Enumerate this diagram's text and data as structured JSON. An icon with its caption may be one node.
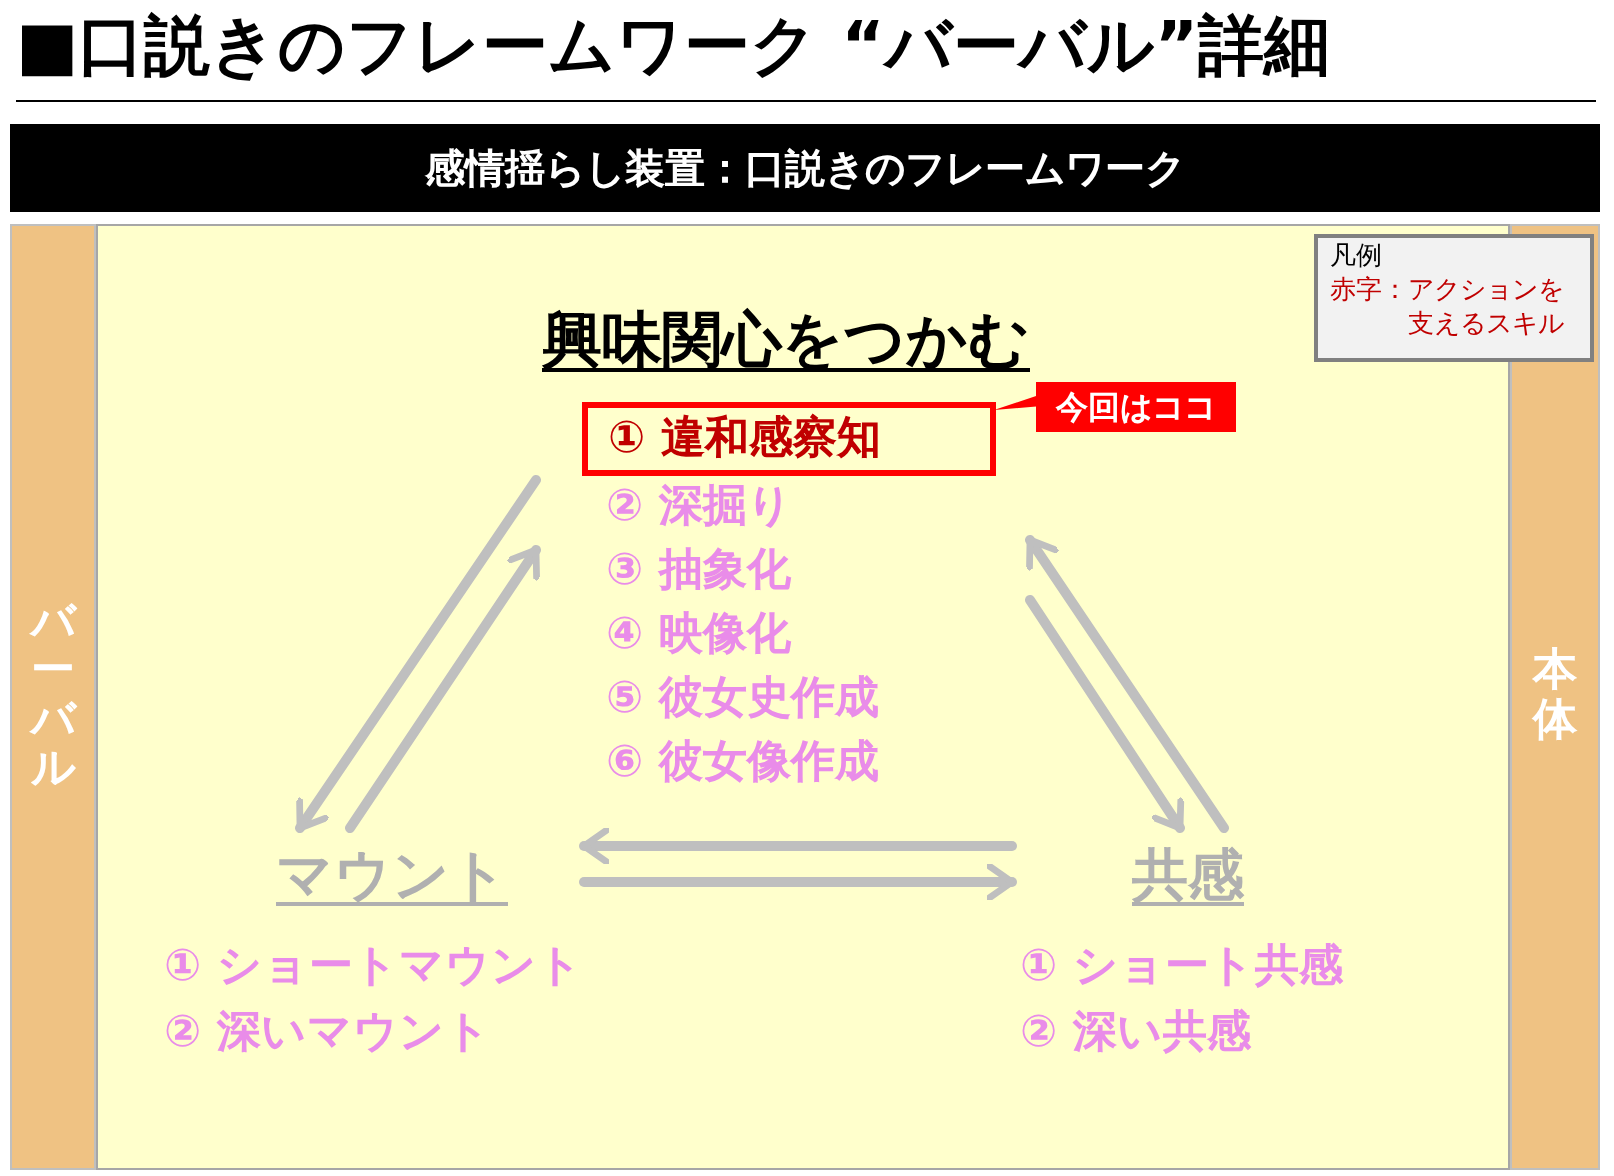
{
  "diagram": {
    "title": "■口説きのフレームワーク “バーバル”詳細",
    "nodes": [
      {
        "text": [
          "感情揺らし装置：口説きのフレームワーク"
        ]
      },
      {
        "text": [
          "バーバル"
        ]
      },
      {
        "text": [],
        "shape": "box"
      },
      {
        "text": [
          "本体"
        ]
      },
      {
        "text": [
          "凡例",
          "赤字：アクションを支えるスキル"
        ]
      },
      {
        "text": [
          "興味関心をつかむ"
        ],
        "in": 2
      },
      {
        "text": [
          "① 違和感察知"
        ],
        "in": 5
      },
      {
        "text": [
          "今回はココ"
        ],
        "in": 2
      },
      {
        "text": [
          "マウント"
        ],
        "in": 2
      },
      {
        "text": [
          "共感"
        ],
        "in": 2
      }
    ],
    "edges": [
      {
        "from": 8,
        "to": 5,
        "arrow": "to"
      },
      {
        "from": 5,
        "to": 8,
        "arrow": "to"
      },
      {
        "from": 9,
        "to": 5,
        "arrow": "to"
      },
      {
        "from": 5,
        "to": 9,
        "arrow": "to"
      },
      {
        "from": 9,
        "to": 8,
        "arrow": "to"
      },
      {
        "from": 8,
        "to": 9,
        "arrow": "to"
      }
    ],
    "labels": [
      "② 深掘り",
      "③ 抽象化",
      "④ 映像化",
      "⑤ 彼女史作成",
      "⑥ 彼女像作成",
      "① ショートマウント",
      "② 深いマウント",
      "① ショート共感",
      "② 深い共感"
    ]
  }
}
